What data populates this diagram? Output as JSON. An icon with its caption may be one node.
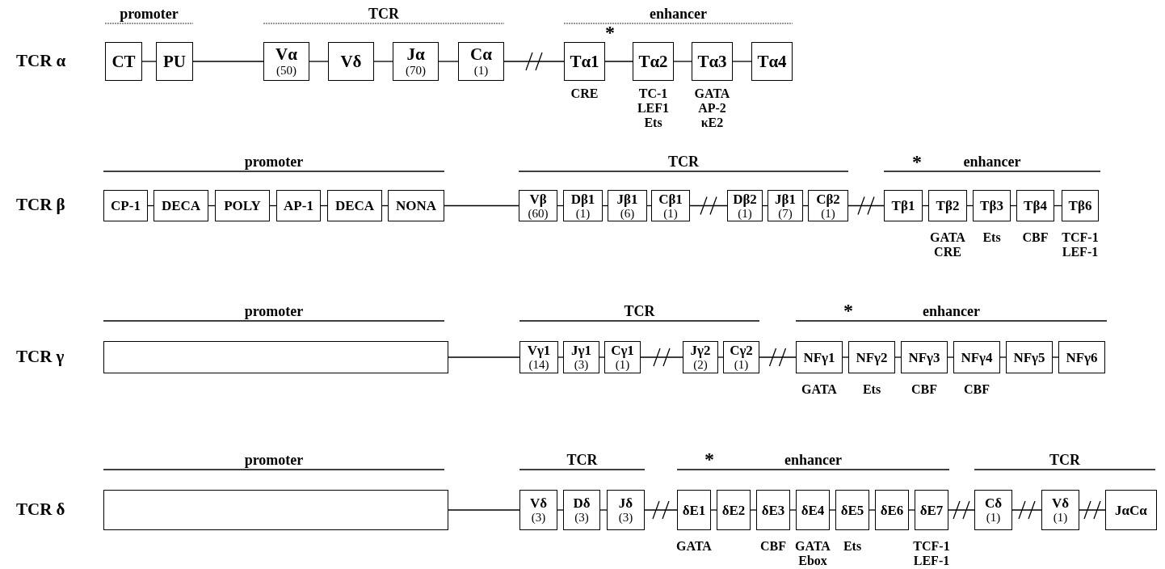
{
  "diagram": {
    "nodes": [
      {
        "text": [
          "CT"
        ]
      },
      {
        "text": [
          "PU"
        ]
      },
      {
        "text": [
          "Vα",
          "(50)"
        ]
      },
      {
        "text": [
          "Vδ"
        ]
      },
      {
        "text": [
          "Jα",
          "(70)"
        ]
      },
      {
        "text": [
          "Cα",
          "(1)"
        ]
      },
      {
        "text": [
          "Tα1"
        ],
        "beside": [
          "CRE"
        ]
      },
      {
        "text": [
          "Tα2"
        ],
        "beside": [
          "TC-1",
          "LEF1",
          "Ets"
        ]
      },
      {
        "text": [
          "Tα3"
        ],
        "beside": [
          "GATA",
          "AP-2",
          "κE2"
        ]
      },
      {
        "text": [
          "Tα4"
        ]
      },
      {
        "text": [
          "CP-1"
        ]
      },
      {
        "text": [
          "DECA"
        ]
      },
      {
        "text": [
          "POLY"
        ]
      },
      {
        "text": [
          "AP-1"
        ]
      },
      {
        "text": [
          "DECA"
        ]
      },
      {
        "text": [
          "NONA"
        ]
      },
      {
        "text": [
          "Vβ",
          "(60)"
        ]
      },
      {
        "text": [
          "Dβ1",
          "(1)"
        ]
      },
      {
        "text": [
          "Jβ1",
          "(6)"
        ]
      },
      {
        "text": [
          "Cβ1",
          "(1)"
        ]
      },
      {
        "text": [
          "Dβ2",
          "(1)"
        ]
      },
      {
        "text": [
          "Jβ1",
          "(7)"
        ]
      },
      {
        "text": [
          "Cβ2",
          "(1)"
        ]
      },
      {
        "text": [
          "Tβ1"
        ]
      },
      {
        "text": [
          "Tβ2"
        ],
        "beside": [
          "GATA",
          "CRE"
        ]
      },
      {
        "text": [
          "Tβ3"
        ],
        "beside": [
          "Ets"
        ]
      },
      {
        "text": [
          "Tβ4"
        ],
        "beside": [
          "CBF"
        ]
      },
      {
        "text": [
          "Tβ6"
        ],
        "beside": [
          "TCF-1",
          "LEF-1"
        ]
      },
      {
        "text": [],
        "shape": "box"
      },
      {
        "text": [
          "Vγ1",
          "(14)"
        ]
      },
      {
        "text": [
          "Jγ1",
          "(3)"
        ]
      },
      {
        "text": [
          "Cγ1",
          "(1)"
        ]
      },
      {
        "text": [
          "Jγ2",
          "(2)"
        ]
      },
      {
        "text": [
          "Cγ2",
          "(1)"
        ]
      },
      {
        "text": [
          "NFγ1"
        ],
        "beside": [
          "GATA"
        ]
      },
      {
        "text": [
          "NFγ2"
        ],
        "beside": [
          "Ets"
        ]
      },
      {
        "text": [
          "NFγ3"
        ],
        "beside": [
          "CBF"
        ]
      },
      {
        "text": [
          "NFγ4"
        ],
        "beside": [
          "CBF"
        ]
      },
      {
        "text": [
          "NFγ5"
        ]
      },
      {
        "text": [
          "NFγ6"
        ]
      },
      {
        "text": [],
        "shape": "box"
      },
      {
        "text": [
          "Vδ",
          "(3)"
        ]
      },
      {
        "text": [
          "Dδ",
          "(3)"
        ]
      },
      {
        "text": [
          "Jδ",
          "(3)"
        ]
      },
      {
        "text": [
          "δE1"
        ],
        "beside": [
          "GATA"
        ]
      },
      {
        "text": [
          "δE2"
        ]
      },
      {
        "text": [
          "δE3"
        ],
        "beside": [
          "CBF"
        ]
      },
      {
        "text": [
          "δE4"
        ],
        "beside": [
          "GATA",
          "Ebox"
        ]
      },
      {
        "text": [
          "δE5"
        ],
        "beside": [
          "Ets"
        ]
      },
      {
        "text": [
          "δE6"
        ]
      },
      {
        "text": [
          "δE7"
        ],
        "beside": [
          "TCF-1",
          "LEF-1"
        ]
      },
      {
        "text": [
          "Cδ",
          "(1)"
        ]
      },
      {
        "text": [
          "Vδ",
          "(1)"
        ]
      },
      {
        "text": [
          "JαCα"
        ]
      }
    ],
    "edges": [
      {
        "from": 0,
        "to": 1,
        "arrow": "none"
      },
      {
        "from": 1,
        "to": 2,
        "arrow": "none"
      },
      {
        "from": 2,
        "to": 3,
        "arrow": "none"
      },
      {
        "from": 3,
        "to": 4,
        "arrow": "none"
      },
      {
        "from": 4,
        "to": 5,
        "arrow": "none"
      },
      {
        "from": 5,
        "to": 6,
        "arrow": "none"
      },
      {
        "from": 6,
        "to": 7,
        "arrow": "none"
      },
      {
        "from": 7,
        "to": 8,
        "arrow": "none"
      },
      {
        "from": 8,
        "to": 9,
        "arrow": "none"
      },
      {
        "from": 10,
        "to": 11,
        "arrow": "none"
      },
      {
        "from": 11,
        "to": 12,
        "arrow": "none"
      },
      {
        "from": 12,
        "to": 13,
        "arrow": "none"
      },
      {
        "from": 13,
        "to": 14,
        "arrow": "none"
      },
      {
        "from": 14,
        "to": 15,
        "arrow": "none"
      },
      {
        "from": 15,
        "to": 16,
        "arrow": "none"
      },
      {
        "from": 16,
        "to": 17,
        "arrow": "none"
      },
      {
        "from": 17,
        "to": 18,
        "arrow": "none"
      },
      {
        "from": 18,
        "to": 19,
        "arrow": "none"
      },
      {
        "from": 19,
        "to": 20,
        "arrow": "none"
      },
      {
        "from": 20,
        "to": 21,
        "arrow": "none"
      },
      {
        "from": 21,
        "to": 22,
        "arrow": "none"
      },
      {
        "from": 22,
        "to": 23,
        "arrow": "none"
      },
      {
        "from": 23,
        "to": 24,
        "arrow": "none"
      },
      {
        "from": 24,
        "to": 25,
        "arrow": "none"
      },
      {
        "from": 25,
        "to": 26,
        "arrow": "none"
      },
      {
        "from": 26,
        "to": 27,
        "arrow": "none"
      },
      {
        "from": 28,
        "to": 29,
        "arrow": "none"
      },
      {
        "from": 29,
        "to": 30,
        "arrow": "none"
      },
      {
        "from": 30,
        "to": 31,
        "arrow": "none"
      },
      {
        "from": 31,
        "to": 32,
        "arrow": "none"
      },
      {
        "from": 32,
        "to": 33,
        "arrow": "none"
      },
      {
        "from": 33,
        "to": 34,
        "arrow": "none"
      },
      {
        "from": 34,
        "to": 35,
        "arrow": "none"
      },
      {
        "from": 35,
        "to": 36,
        "arrow": "none"
      },
      {
        "from": 36,
        "to": 37,
        "arrow": "none"
      },
      {
        "from": 37,
        "to": 38,
        "arrow": "none"
      },
      {
        "from": 38,
        "to": 39,
        "arrow": "none"
      },
      {
        "from": 40,
        "to": 41,
        "arrow": "none"
      },
      {
        "from": 41,
        "to": 42,
        "arrow": "none"
      },
      {
        "from": 42,
        "to": 43,
        "arrow": "none"
      },
      {
        "from": 43,
        "to": 44,
        "arrow": "none"
      },
      {
        "from": 44,
        "to": 45,
        "arrow": "none"
      },
      {
        "from": 45,
        "to": 46,
        "arrow": "none"
      },
      {
        "from": 46,
        "to": 47,
        "arrow": "none"
      },
      {
        "from": 47,
        "to": 48,
        "arrow": "none"
      },
      {
        "from": 48,
        "to": 49,
        "arrow": "none"
      },
      {
        "from": 49,
        "to": 50,
        "arrow": "none"
      },
      {
        "from": 50,
        "to": 51,
        "arrow": "none"
      },
      {
        "from": 51,
        "to": 52,
        "arrow": "none"
      },
      {
        "from": 52,
        "to": 53,
        "arrow": "none"
      }
    ],
    "labels": [
      "promoter",
      "TCR",
      "enhancer",
      "*",
      "TCR α",
      "promoter",
      "TCR",
      "enhancer",
      "*",
      "TCR β",
      "promoter",
      "TCR",
      "enhancer",
      "*",
      "TCR γ",
      "promoter",
      "TCR",
      "enhancer",
      "TCR",
      "*",
      "TCR δ"
    ]
  }
}
